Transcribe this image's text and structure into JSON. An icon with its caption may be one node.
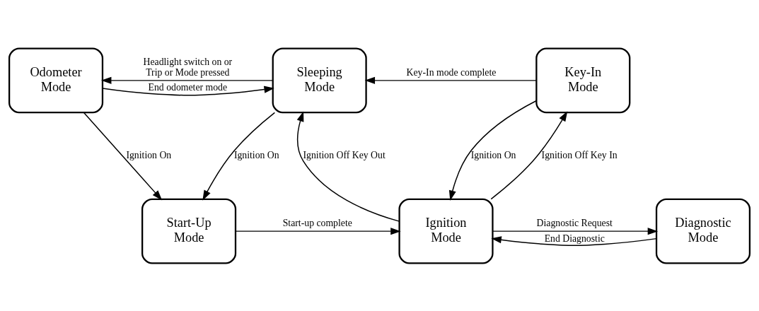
{
  "diagram": {
    "nodes": [
      {
        "text": [
          "Odometer Mode"
        ]
      },
      {
        "text": [
          "Sleeping Mode"
        ]
      },
      {
        "text": [
          "Key-In Mode"
        ]
      },
      {
        "text": [
          "Start-Up Mode"
        ]
      },
      {
        "text": [
          "Ignition Mode"
        ]
      },
      {
        "text": [
          "Diagnostic Mode"
        ]
      }
    ],
    "edges": [
      {
        "from": 0,
        "to": 1,
        "arrow": "to",
        "label": "End odometer mode"
      },
      {
        "from": 1,
        "to": 0,
        "arrow": "to",
        "label": "Headlight switch on or Trip or Mode pressed"
      },
      {
        "from": 2,
        "to": 1,
        "arrow": "to",
        "label": "Key-In mode complete"
      },
      {
        "from": 0,
        "to": 3,
        "arrow": "to",
        "label": "Ignition On"
      },
      {
        "from": 1,
        "to": 3,
        "arrow": "to",
        "label": "Ignition On"
      },
      {
        "from": 4,
        "to": 1,
        "arrow": "to",
        "label": "Ignition Off Key Out"
      },
      {
        "from": 2,
        "to": 4,
        "arrow": "to",
        "label": "Ignition On"
      },
      {
        "from": 4,
        "to": 2,
        "arrow": "to",
        "label": "Ignition Off Key In"
      },
      {
        "from": 3,
        "to": 4,
        "arrow": "to",
        "label": "Start-up complete"
      },
      {
        "from": 5,
        "to": 4,
        "arrow": "to",
        "label": "End Diagnostic"
      },
      {
        "from": 4,
        "to": 5,
        "arrow": "to",
        "label": "Diagnostic Request"
      }
    ]
  }
}
